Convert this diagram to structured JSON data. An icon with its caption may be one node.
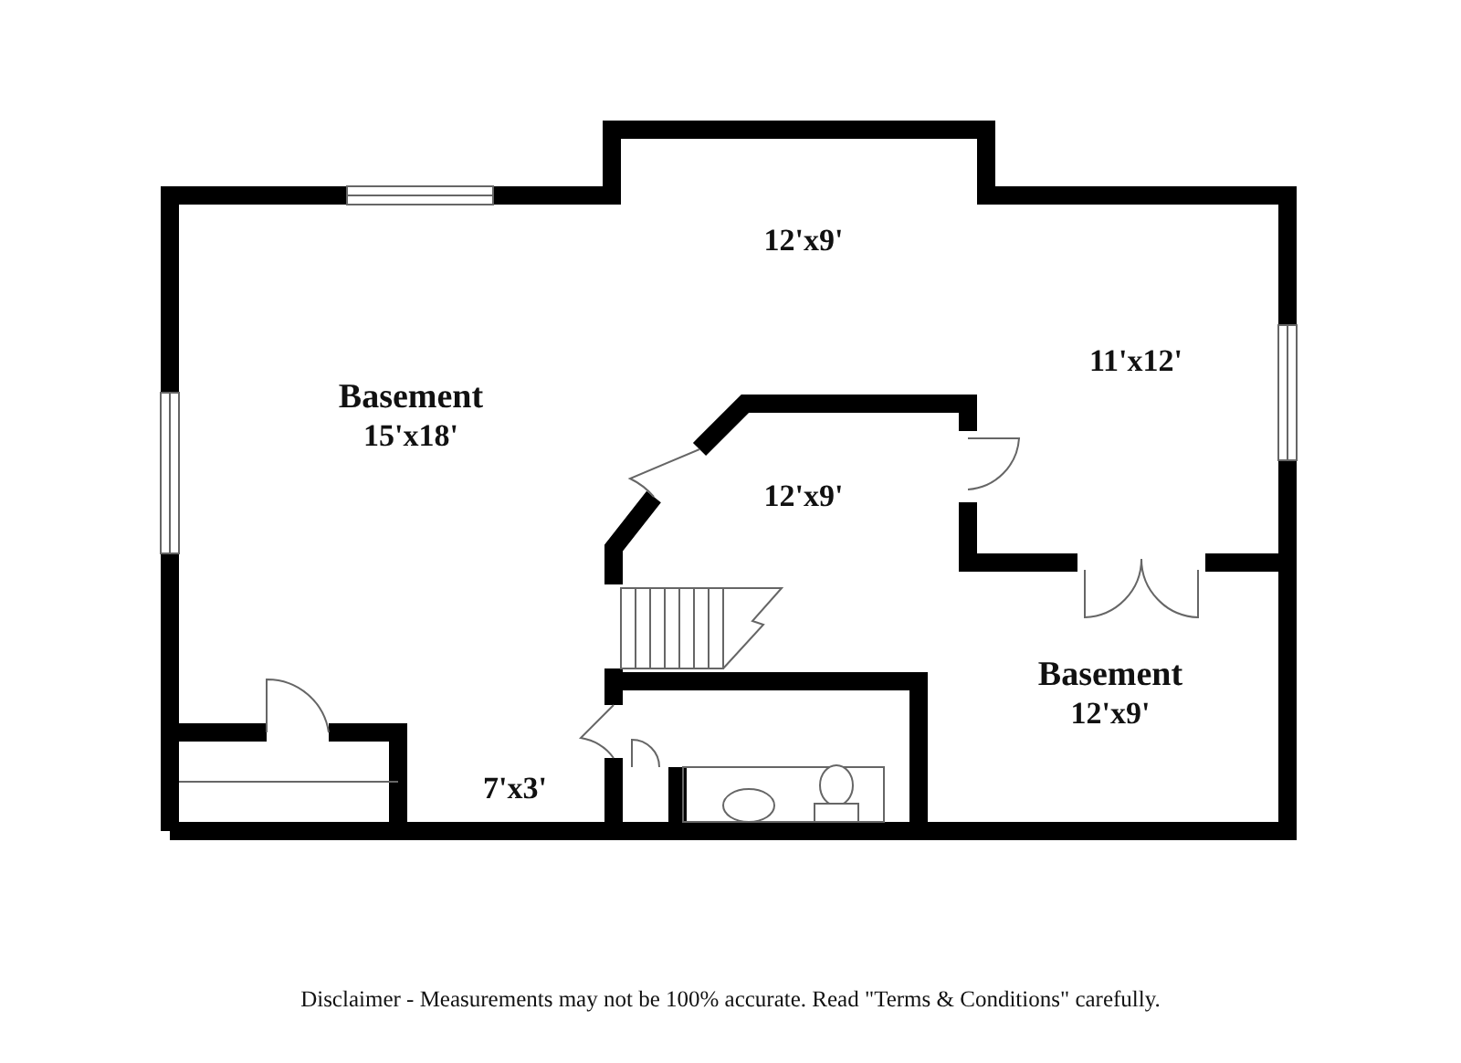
{
  "diagram": {
    "caption": "Disclaimer - Measurements may not be 100% accurate. Read \"Terms & Conditions\" carefully.",
    "labels": [
      "12'x9'",
      "11'x12'",
      "Basement",
      "15'x18'",
      "12'x9'",
      "Basement",
      "12'x9'",
      "7'x3'"
    ]
  }
}
